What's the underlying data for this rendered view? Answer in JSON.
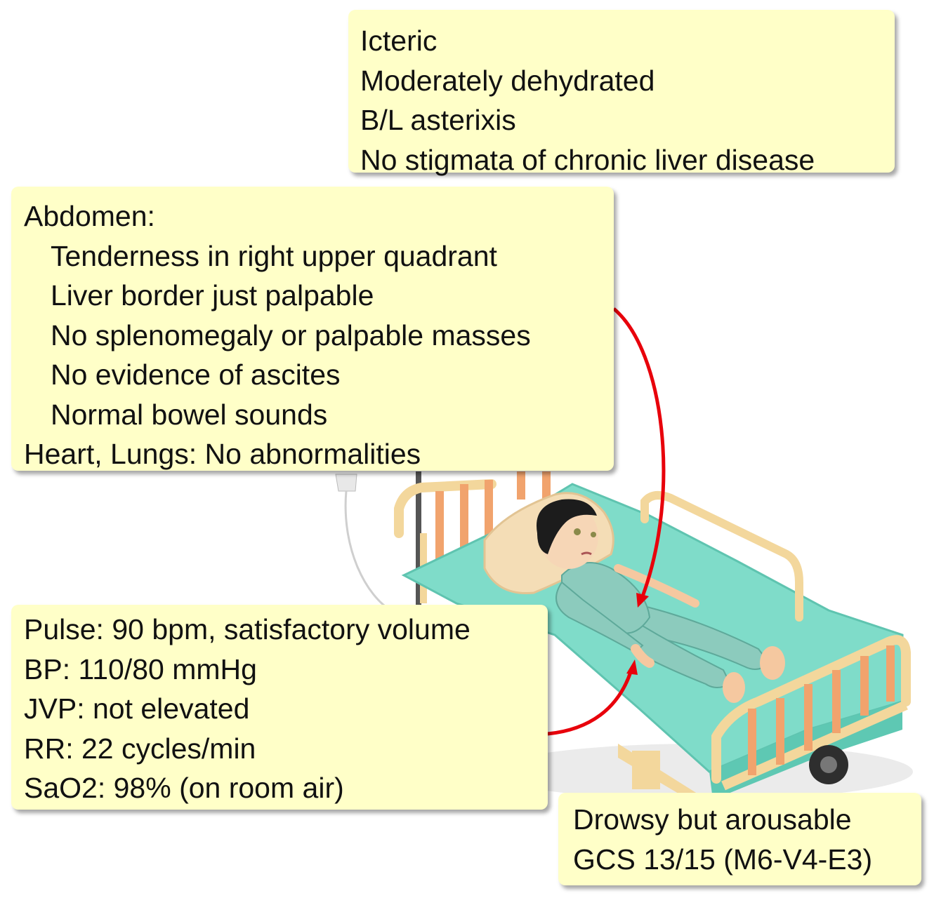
{
  "general_findings": {
    "lines": [
      "Icteric",
      "Moderately dehydrated",
      "B/L asterixis",
      "No stigmata of chronic liver disease"
    ]
  },
  "abdomen_findings": {
    "heading": "Abdomen:",
    "items": [
      "Tenderness in right upper quadrant",
      "Liver border just palpable",
      "No splenomegaly or palpable masses",
      "No evidence of ascites",
      "Normal bowel sounds"
    ],
    "heart_lungs": "Heart, Lungs: No abnormalities"
  },
  "vital_signs": {
    "lines": [
      "Pulse: 90 bpm, satisfactory volume",
      "BP: 110/80 mmHg",
      "JVP: not elevated",
      "RR: 22 cycles/min",
      "SaO2: 98% (on room air)"
    ]
  },
  "neuro_status": {
    "lines": [
      "Drowsy but arousable",
      "GCS 13/15 (M6-V4-E3)"
    ]
  },
  "colors": {
    "note_background": "#ffffc8",
    "arrow": "#e8000b",
    "bed_frame": "#f3d79c",
    "bed_slats": "#f1a36d",
    "mattress": "#7fdcc9",
    "gown": "#8ccbbd"
  }
}
